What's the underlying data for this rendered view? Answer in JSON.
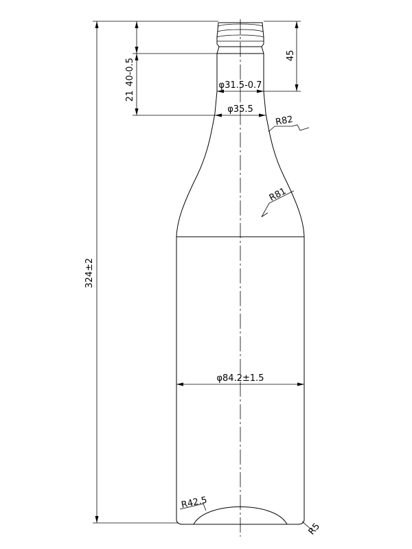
{
  "dimensions": {
    "overall_height": "324±2",
    "neck_height": "45",
    "neck_length": "21",
    "neck_tolerance": "40-0.5",
    "outer_neck_diameter": "φ31.5-0.7",
    "finish_diameter": "φ35.5",
    "shoulder_radius_upper": "R82",
    "shoulder_radius_lower": "R81",
    "body_diameter": "φ84.2±1.5",
    "base_radius": "R42.5",
    "heel_radius": "R5"
  }
}
